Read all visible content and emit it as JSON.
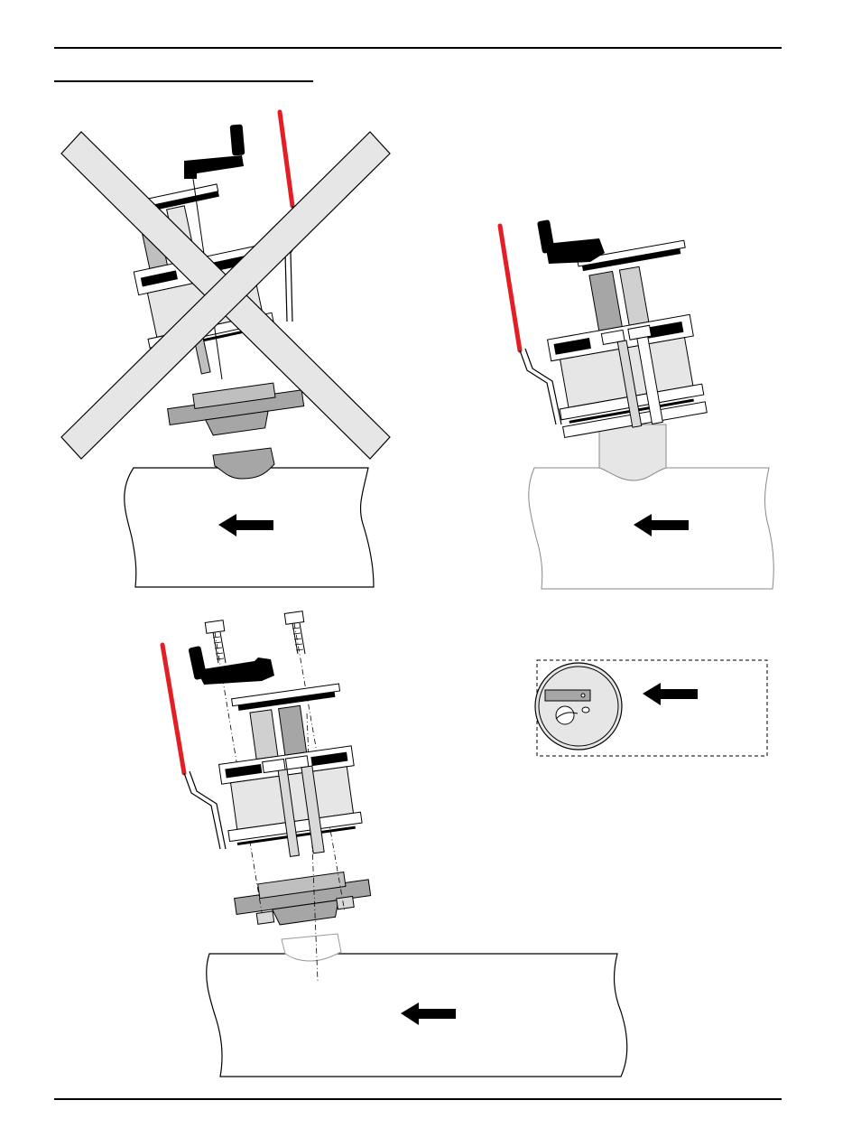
{
  "page": {
    "header_text": "",
    "section_title": "",
    "footer_text": ""
  },
  "colors": {
    "ink": "#000000",
    "accent_red": "#e31e24",
    "grey_light": "#e6e6e6",
    "grey_mid": "#bfbfbf",
    "grey_dark": "#8c8c8c",
    "cutter_grey": "#a6a6a6"
  },
  "figures": [
    {
      "id": "incorrect-setup",
      "crossed_out": true,
      "flow_direction": "left"
    },
    {
      "id": "correct-setup",
      "crossed_out": false,
      "flow_direction": "left"
    },
    {
      "id": "alignment-setup",
      "crossed_out": false,
      "flow_direction": "left",
      "alignment_bolts": 2
    },
    {
      "id": "coupon-detail",
      "crossed_out": false,
      "flow_direction": "left"
    }
  ]
}
